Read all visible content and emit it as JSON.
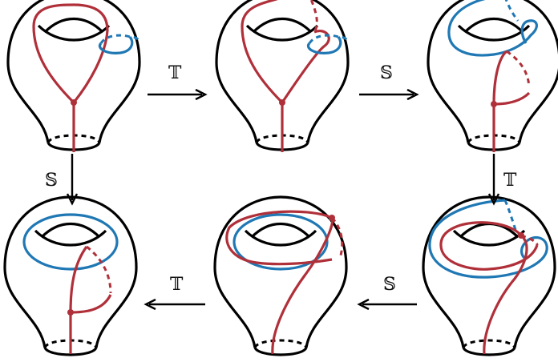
{
  "labels": {
    "top_left_arrow": "𝕋",
    "top_right_arrow": "𝕊",
    "left_down_arrow": "𝕊",
    "right_down_arrow": "𝕋",
    "bottom_right_arrow": "𝕊",
    "bottom_left_arrow": "𝕋"
  },
  "colors": {
    "outline": "#000000",
    "red_curve": "#b0303a",
    "blue_curve": "#1f78b4"
  }
}
